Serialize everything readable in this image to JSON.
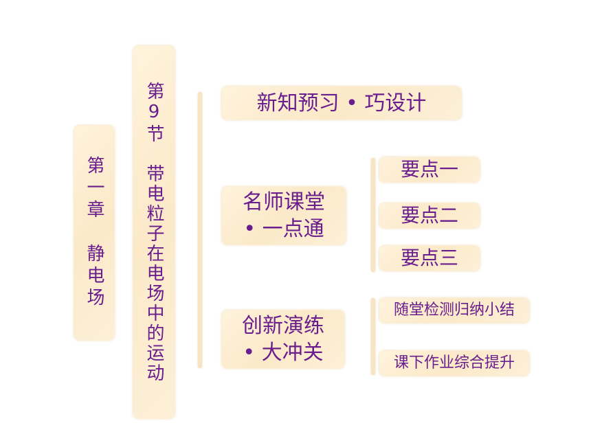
{
  "chapter": {
    "title": "第一章　静电场"
  },
  "section": {
    "title": "第9节　带电粒子在电场中的运动"
  },
  "modules": [
    {
      "label": "新知预习 • 巧设计"
    },
    {
      "label_line1": "名师课堂",
      "label_line2": "• 一点通"
    },
    {
      "label_line1": "创新演练",
      "label_line2": "• 大冲关"
    }
  ],
  "key_points": [
    {
      "label": "要点一"
    },
    {
      "label": "要点二"
    },
    {
      "label": "要点三"
    }
  ],
  "practice": [
    {
      "label": "随堂检测归纳小结"
    },
    {
      "label": "课下作业综合提升"
    }
  ],
  "colors": {
    "text": "#6a1d8c",
    "box": "#fbe9c8"
  }
}
